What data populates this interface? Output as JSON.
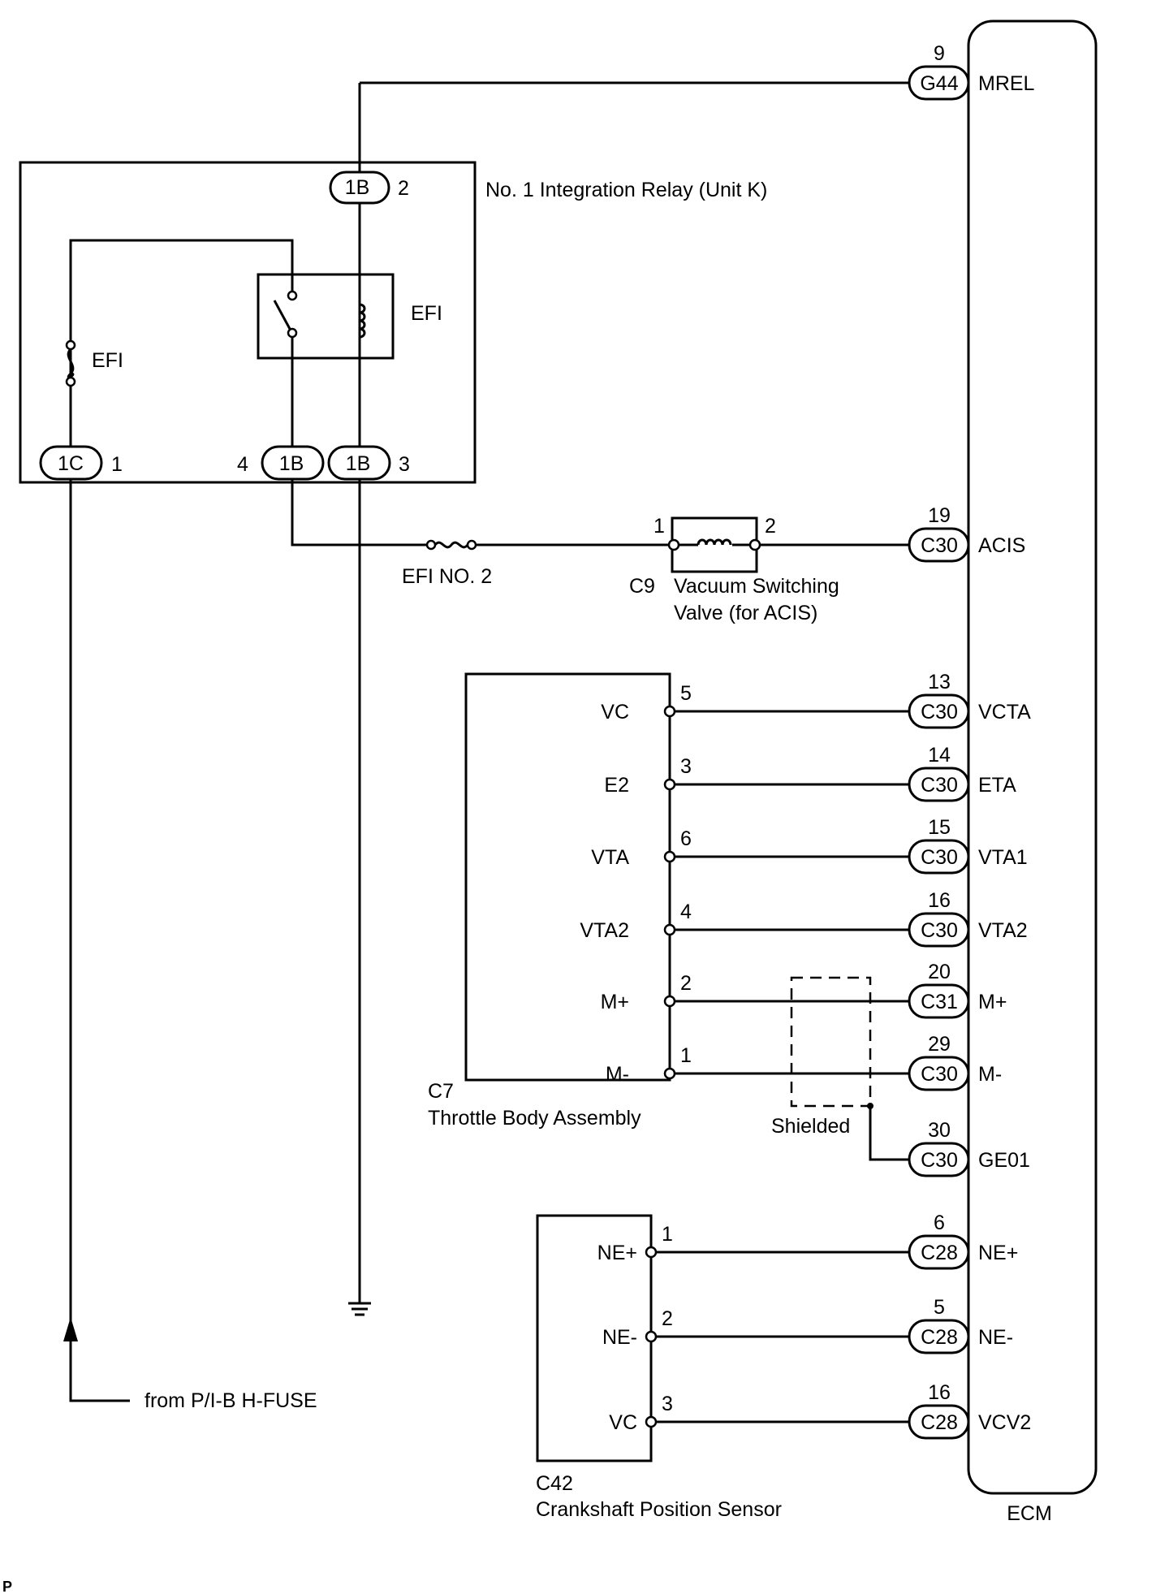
{
  "ecm": {
    "label": "ECM"
  },
  "relay": {
    "title": "No. 1 Integration Relay (Unit K)",
    "relay_label": "EFI",
    "fuse_label": "EFI",
    "connectors": [
      {
        "id": "1B",
        "pin": "2"
      },
      {
        "id": "1C",
        "pin": "1"
      },
      {
        "id": "1B",
        "pin": "4"
      },
      {
        "id": "1B",
        "pin": "3"
      }
    ]
  },
  "fuse_efi_no2": {
    "label": "EFI NO. 2"
  },
  "vsv": {
    "code": "C9",
    "name_line1": "Vacuum Switching",
    "name_line2": "Valve (for ACIS)",
    "pin1": "1",
    "pin2": "2"
  },
  "throttle": {
    "code": "C7",
    "name": "Throttle Body Assembly",
    "terminals": [
      {
        "label": "VC",
        "pin": "5"
      },
      {
        "label": "E2",
        "pin": "3"
      },
      {
        "label": "VTA",
        "pin": "6"
      },
      {
        "label": "VTA2",
        "pin": "4"
      },
      {
        "label": "M+",
        "pin": "2"
      },
      {
        "label": "M-",
        "pin": "1"
      }
    ]
  },
  "shield": {
    "label": "Shielded"
  },
  "crank": {
    "code": "C42",
    "name": "Crankshaft Position Sensor",
    "terminals": [
      {
        "label": "NE+",
        "pin": "1"
      },
      {
        "label": "NE-",
        "pin": "2"
      },
      {
        "label": "VC",
        "pin": "3"
      }
    ]
  },
  "ecm_pins": [
    {
      "conn": "G44",
      "pin": "9",
      "signal": "MREL"
    },
    {
      "conn": "C30",
      "pin": "19",
      "signal": "ACIS"
    },
    {
      "conn": "C30",
      "pin": "13",
      "signal": "VCTA"
    },
    {
      "conn": "C30",
      "pin": "14",
      "signal": "ETA"
    },
    {
      "conn": "C30",
      "pin": "15",
      "signal": "VTA1"
    },
    {
      "conn": "C30",
      "pin": "16",
      "signal": "VTA2"
    },
    {
      "conn": "C31",
      "pin": "20",
      "signal": "M+"
    },
    {
      "conn": "C30",
      "pin": "29",
      "signal": "M-"
    },
    {
      "conn": "C30",
      "pin": "30",
      "signal": "GE01"
    },
    {
      "conn": "C28",
      "pin": "6",
      "signal": "NE+"
    },
    {
      "conn": "C28",
      "pin": "5",
      "signal": "NE-"
    },
    {
      "conn": "C28",
      "pin": "16",
      "signal": "VCV2"
    }
  ],
  "source": {
    "label": "from P/I-B H-FUSE"
  },
  "corner": {
    "label": "P"
  }
}
